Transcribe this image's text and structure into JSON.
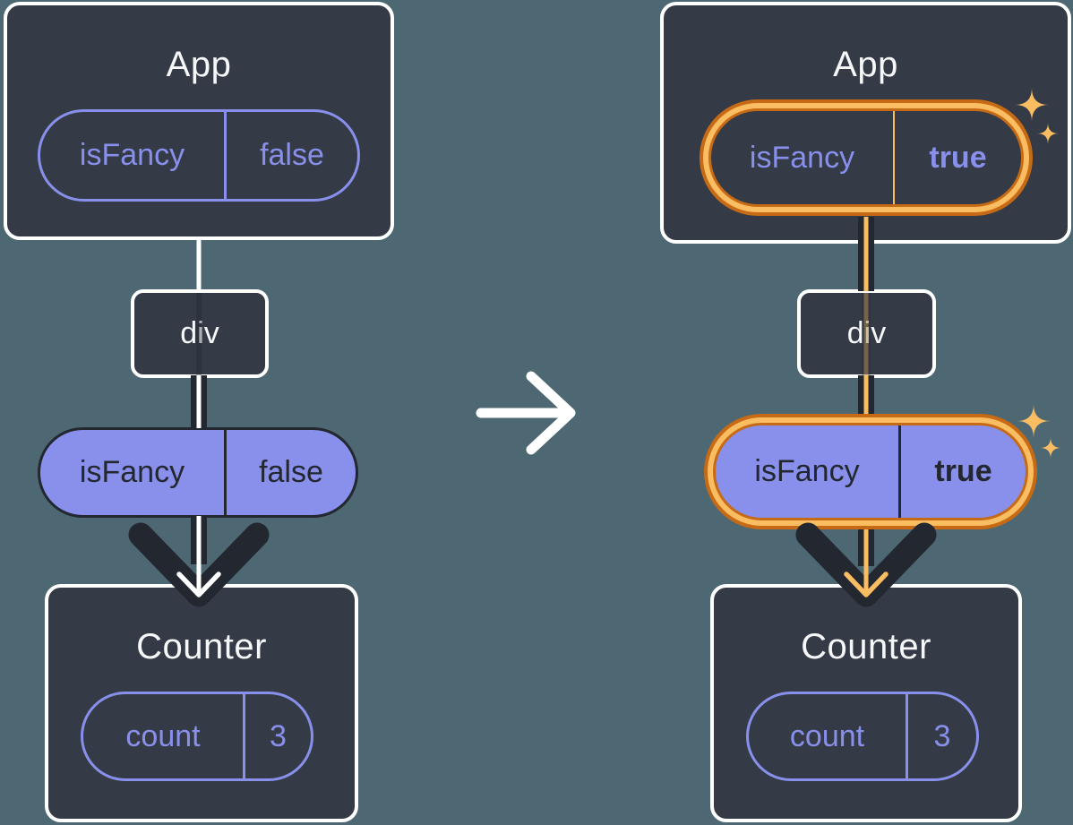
{
  "colors": {
    "background": "#4D6872",
    "box_fill": "#343A46",
    "box_border": "#FFFFFF",
    "purple": "#8890EC",
    "dark": "#23272F",
    "orange": "#FABD62",
    "orange_dark": "#C76A15"
  },
  "icons": {
    "transition_arrow": "→",
    "sparkle": "✦"
  },
  "left": {
    "app": {
      "title": "App",
      "state": {
        "name": "isFancy",
        "value": "false"
      }
    },
    "container": {
      "title": "div"
    },
    "prop": {
      "name": "isFancy",
      "value": "false"
    },
    "counter": {
      "title": "Counter",
      "state": {
        "name": "count",
        "value": "3"
      }
    }
  },
  "right": {
    "app": {
      "title": "App",
      "state": {
        "name": "isFancy",
        "value": "true"
      }
    },
    "container": {
      "title": "div"
    },
    "prop": {
      "name": "isFancy",
      "value": "true"
    },
    "counter": {
      "title": "Counter",
      "state": {
        "name": "count",
        "value": "3"
      }
    }
  }
}
